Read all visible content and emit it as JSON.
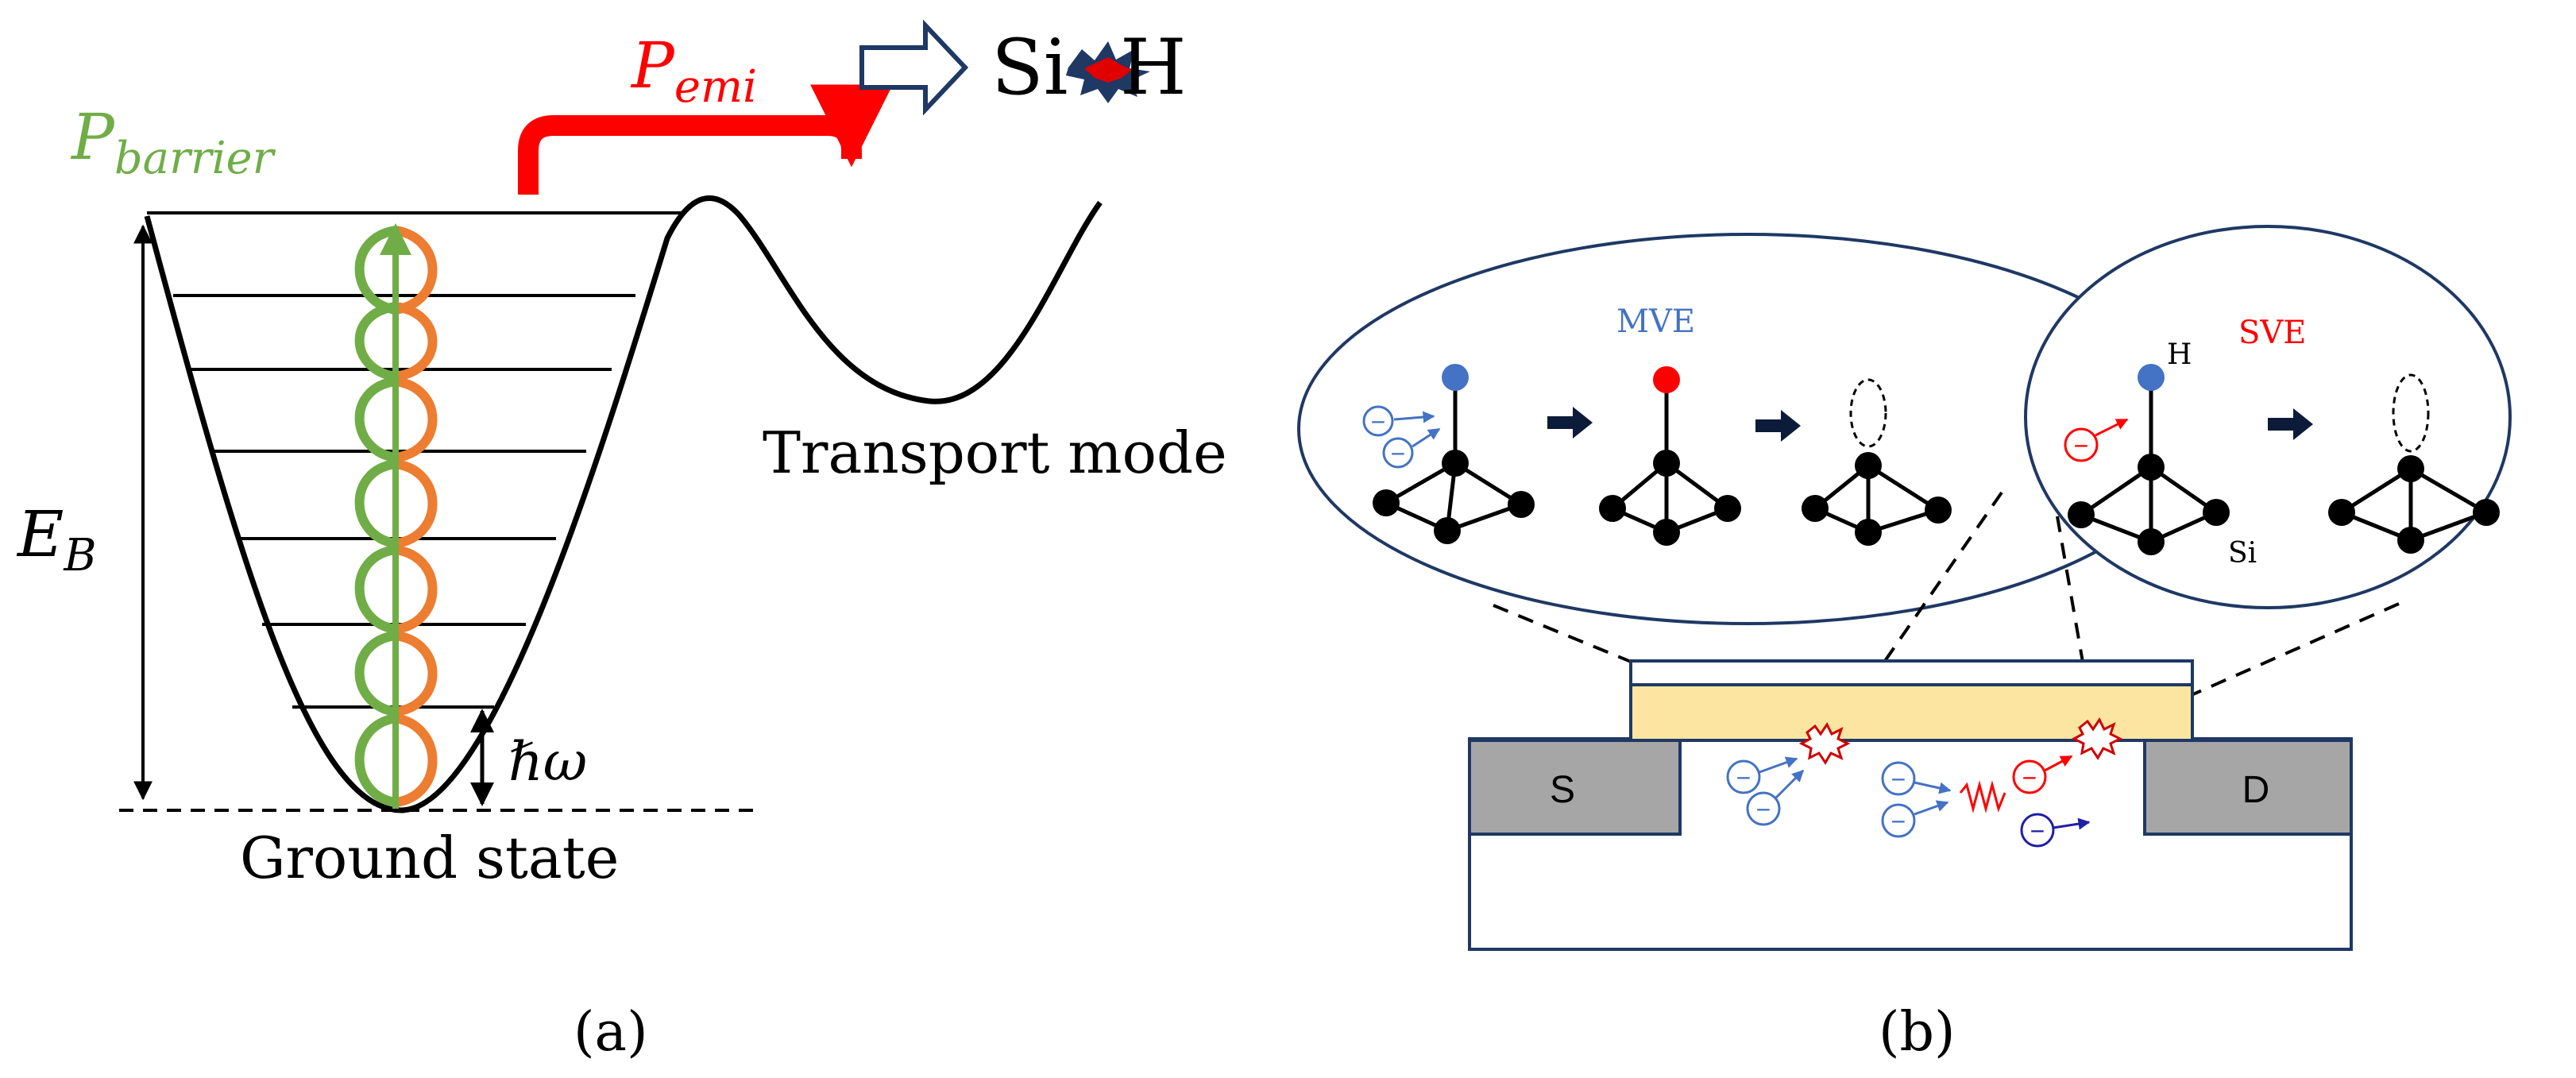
{
  "panel_a": {
    "caption": "(a)",
    "p_barrier_main": "P",
    "p_barrier_sub": "barrier",
    "p_emi_main": "P",
    "p_emi_sub": "emi",
    "eb_main": "E",
    "eb_sub": "B",
    "hbar_omega": "ℏω",
    "ground_state": "Ground state",
    "transport_mode": "Transport mode",
    "si_label": "Si",
    "h_label": "H",
    "colors": {
      "green": "#70ad47",
      "orange": "#ed7d31",
      "red": "#ff0000",
      "black": "#000000",
      "navy": "#1f3864"
    }
  },
  "panel_b": {
    "caption": "(b)",
    "mve_label": "MVE",
    "sve_label": "SVE",
    "h_atom_label": "H",
    "si_atom_label": "Si",
    "source_label": "S",
    "drain_label": "D",
    "electron_symbol": "−",
    "colors": {
      "mve": "#4472c4",
      "sve": "#ff0000",
      "gate": "#fbe5a0",
      "contact": "#a6a6a6",
      "outline": "#1f3864",
      "dark_blue": "#1f1fa8"
    }
  }
}
